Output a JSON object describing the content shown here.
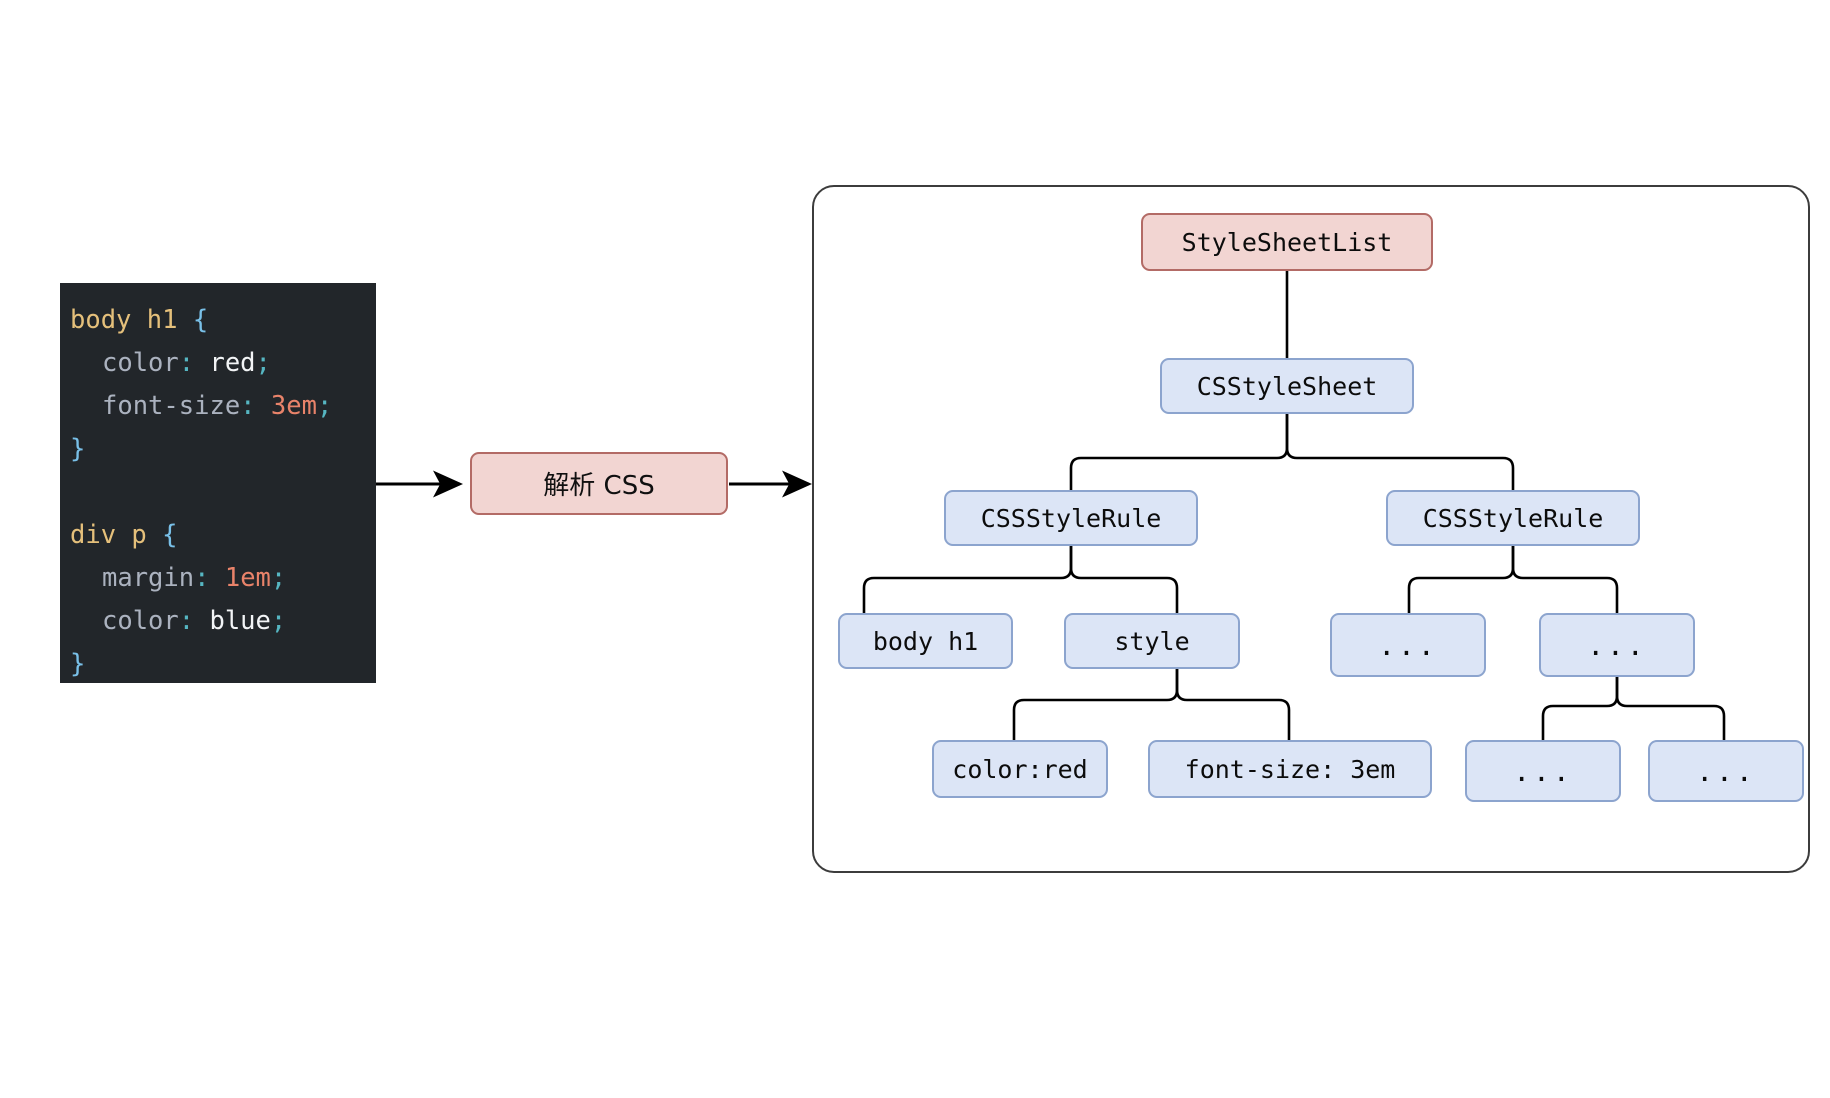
{
  "code_block": {
    "name": "css-source",
    "lines": [
      [
        {
          "t": "body h1 ",
          "c": "sel"
        },
        {
          "t": "{",
          "c": "brace"
        }
      ],
      [
        {
          "t": "color",
          "c": "prop"
        },
        {
          "t": ":",
          "c": "punc"
        },
        {
          "t": " red",
          "c": "val"
        },
        {
          "t": ";",
          "c": "punc"
        }
      ],
      [
        {
          "t": "font-size",
          "c": "prop"
        },
        {
          "t": ":",
          "c": "punc"
        },
        {
          "t": " ",
          "c": "val"
        },
        {
          "t": "3em",
          "c": "num"
        },
        {
          "t": ";",
          "c": "punc"
        }
      ],
      [
        {
          "t": "}",
          "c": "brace"
        }
      ],
      [],
      [
        {
          "t": "div p ",
          "c": "sel"
        },
        {
          "t": "{",
          "c": "brace"
        }
      ],
      [
        {
          "t": "margin",
          "c": "prop"
        },
        {
          "t": ":",
          "c": "punc"
        },
        {
          "t": " ",
          "c": "val"
        },
        {
          "t": "1em",
          "c": "num"
        },
        {
          "t": ";",
          "c": "punc"
        }
      ],
      [
        {
          "t": "color",
          "c": "prop"
        },
        {
          "t": ":",
          "c": "punc"
        },
        {
          "t": " blue",
          "c": "val"
        },
        {
          "t": ";",
          "c": "punc"
        }
      ],
      [
        {
          "t": "}",
          "c": "brace"
        }
      ]
    ],
    "raw_text": "body h1 {\n  color: red;\n  font-size: 3em;\n}\n\ndiv p {\n  margin: 1em;\n  color: blue;\n}"
  },
  "parse_step": {
    "label": "解析 CSS"
  },
  "tree": {
    "nodes": {
      "stylesheetlist": "StyleSheetList",
      "cssstylesheet": "CSStyleSheet",
      "cssstylerule_left": "CSSStyleRule",
      "cssstylerule_right": "CSSStyleRule",
      "selector": "body h1",
      "style": "style",
      "decl_color": "color:red",
      "decl_fontsize": "font-size: 3em",
      "ellipsis_r1": "...",
      "ellipsis_r2": "...",
      "ellipsis_r3": "...",
      "ellipsis_r4": "..."
    }
  },
  "colors": {
    "pink_fill": "#f2d5d2",
    "pink_border": "#b36b66",
    "blue_fill": "#dce5f6",
    "blue_border": "#8ca4ce",
    "code_bg": "#22262a",
    "edge": "#000000",
    "container_border": "#3c3c3c"
  }
}
